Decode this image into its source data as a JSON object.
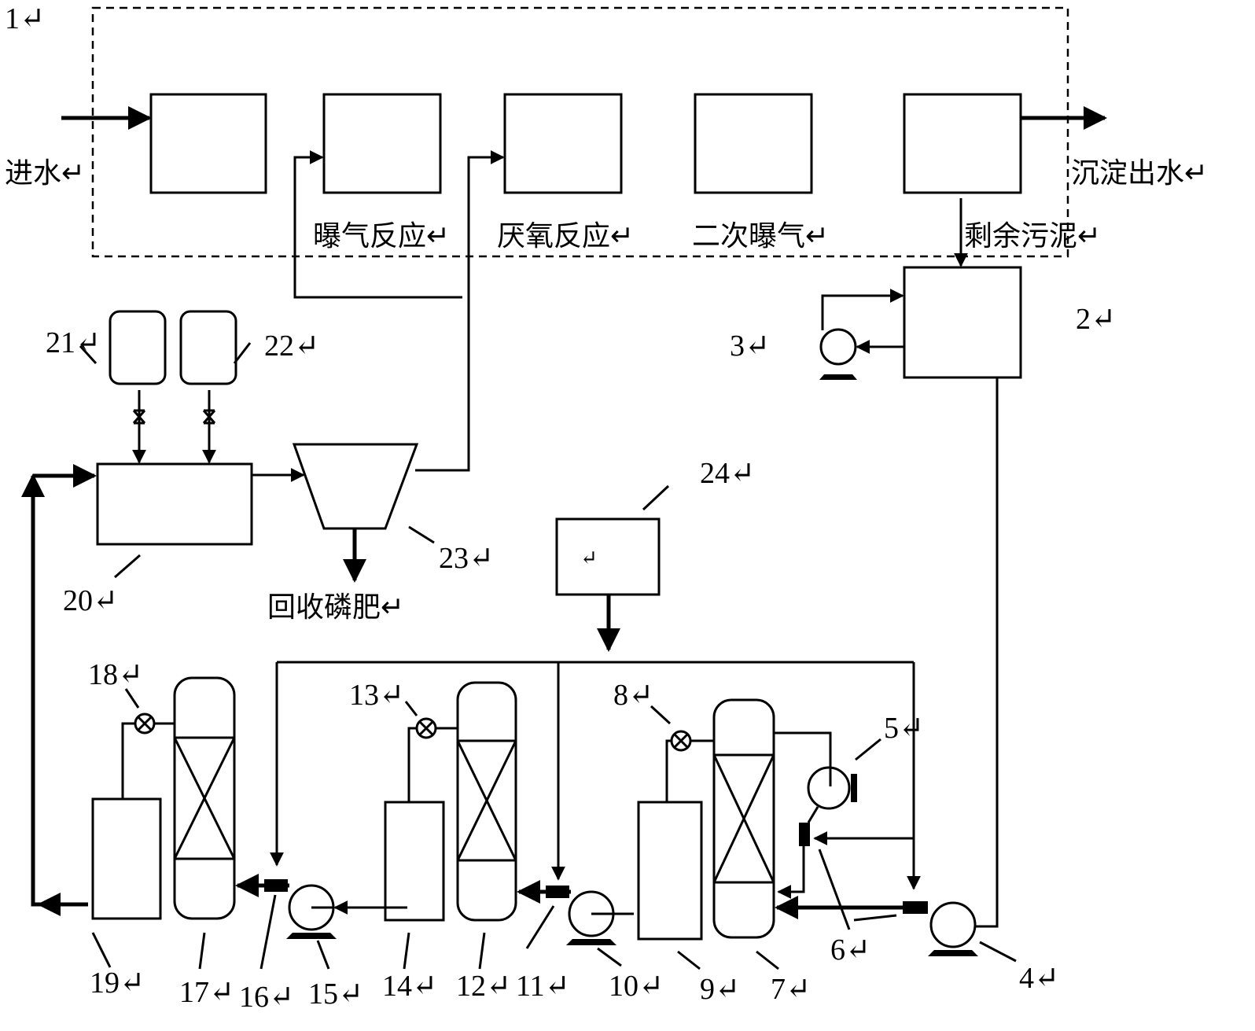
{
  "labels": {
    "system_id": "1↵",
    "inlet": "进水↵",
    "outlet": "沉淀出水↵",
    "aeration": "曝气反应↵",
    "anaerobic": "厌氧反应↵",
    "secondary_aeration": "二次曝气↵",
    "excess_sludge": "剩余污泥↵",
    "phosphate_fertilizer": "回收磷肥↵",
    "box24_mark": "↵"
  },
  "numbers": {
    "n2": "2↵",
    "n3": "3↵",
    "n4": "4↵",
    "n5": "5↵",
    "n6": "6↵",
    "n7": "7↵",
    "n8": "8↵",
    "n9": "9↵",
    "n10": "10↵",
    "n11": "11↵",
    "n12": "12↵",
    "n13": "13↵",
    "n14": "14↵",
    "n15": "15↵",
    "n16": "16↵",
    "n17": "17↵",
    "n18": "18↵",
    "n19": "19↵",
    "n20": "20↵",
    "n21": "21↵",
    "n22": "22↵",
    "n23": "23↵",
    "n24": "24↵"
  }
}
